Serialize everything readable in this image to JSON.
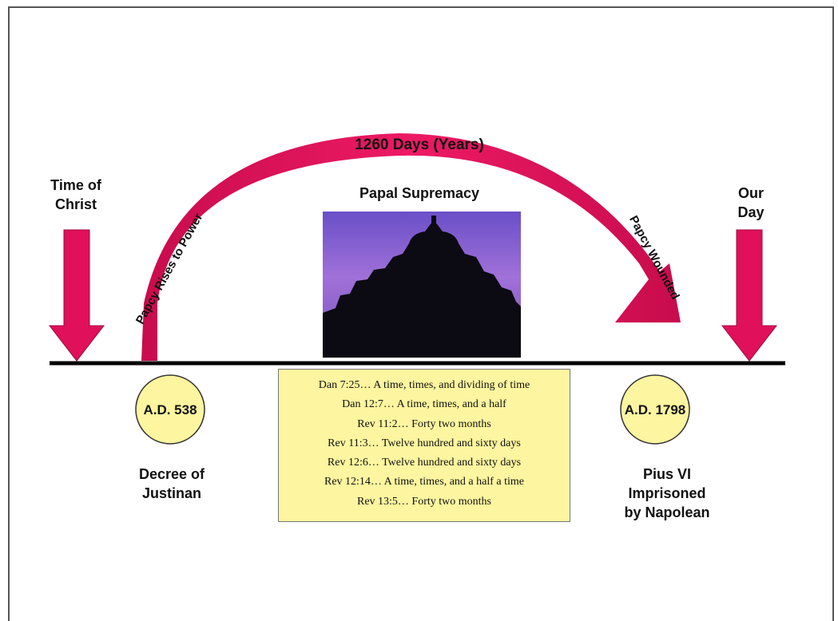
{
  "title": "1260 Days (Years)",
  "center_label": "Papal Supremacy",
  "left_marker": {
    "line1": "Time of",
    "line2": "Christ"
  },
  "right_marker": {
    "line1": "Our",
    "line2": "Day"
  },
  "arc_left_label": "Papcy Rises to Power",
  "arc_right_label": "Papcy Wounded",
  "start_event": {
    "date": "A.D. 538",
    "line1": "Decree of",
    "line2": "Justinan"
  },
  "end_event": {
    "date": "A.D. 1798",
    "line1": "Pius VI",
    "line2": "Imprisoned",
    "line3": "by Napolean"
  },
  "verses": [
    "Dan 7:25… A time, times, and dividing of time",
    "Dan 12:7… A time, times, and a half",
    "Rev 11:2… Forty two months",
    "Rev 11:3… Twelve hundred and sixty days",
    "Rev 12:6… Twelve hundred and sixty days",
    "Rev 12:14… A time, times, and a half a time",
    "Rev 13:5… Forty two months"
  ],
  "colors": {
    "arrow": "#e0105a",
    "arrow_dark": "#a0083c",
    "circle": "#fdf59f",
    "verse_box": "#fdf59f",
    "timeline": "#000000"
  },
  "image": {
    "name": "st-peters-basilica-silhouette"
  }
}
